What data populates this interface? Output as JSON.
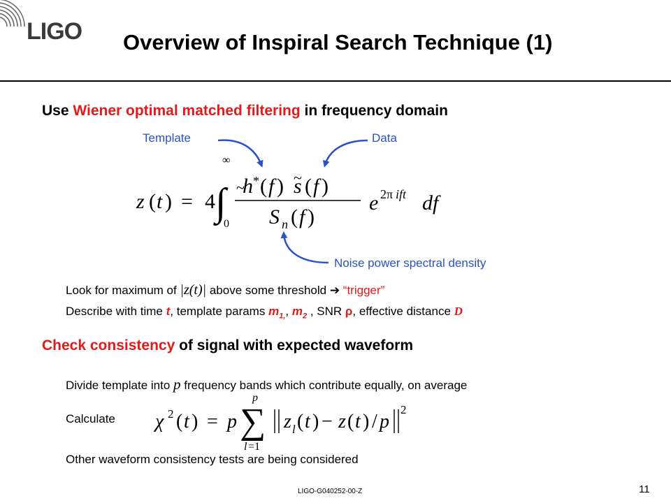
{
  "header": {
    "logo_text": "LIGO",
    "title": "Overview of Inspiral Search Technique (1)"
  },
  "section1": {
    "heading_prefix": "Use ",
    "heading_highlight": "Wiener optimal matched filtering",
    "heading_suffix": " in frequency domain",
    "label_template": "Template",
    "label_data": "Data",
    "label_noise": "Noise power spectral density",
    "bullet1_a": "Look for maximum of ",
    "bullet1_math": "|z(t)|",
    "bullet1_b": " above some threshold ",
    "bullet1_arrow": "➔",
    "bullet1_c": " “trigger”",
    "bullet2_a": "Describe with time ",
    "bullet2_t": "t",
    "bullet2_b": ", template params ",
    "bullet2_m1": "m",
    "bullet2_m1sub": "1,",
    "bullet2_comma": ", ",
    "bullet2_m2": "m",
    "bullet2_m2sub": "2",
    "bullet2_c": " , SNR ",
    "bullet2_rho": "ρ",
    "bullet2_d": ", effective distance ",
    "bullet2_D": "D"
  },
  "section2": {
    "heading_highlight": "Check consistency",
    "heading_suffix": " of signal with expected waveform",
    "line1_a": "Divide template into ",
    "line1_p": "p",
    "line1_b": " frequency bands which contribute equally, on average",
    "calculate": "Calculate",
    "line3": "Other waveform consistency tests are being considered"
  },
  "footer": {
    "doc_id": "LIGO-G040252-00-Z",
    "page_number": "11"
  },
  "colors": {
    "highlight_red": "#e41a1a",
    "label_blue": "#2a52c4"
  }
}
